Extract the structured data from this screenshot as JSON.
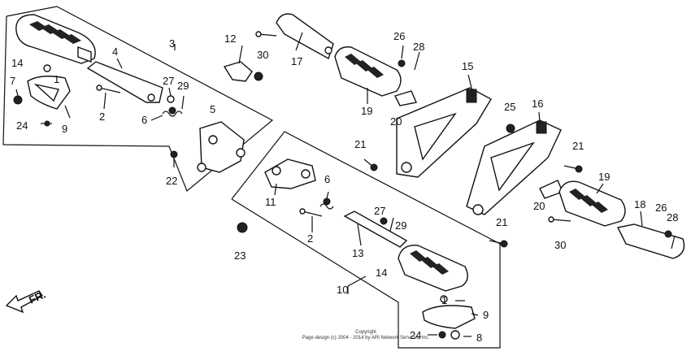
{
  "diagram": {
    "callouts": [
      "1",
      "2",
      "3",
      "4",
      "5",
      "6",
      "7",
      "8",
      "9",
      "10",
      "11",
      "12",
      "13",
      "14",
      "15",
      "16",
      "17",
      "18",
      "19",
      "20",
      "21",
      "22",
      "23",
      "24",
      "25",
      "26",
      "27",
      "28",
      "29",
      "30"
    ],
    "front_label": "FR.",
    "copyright_line1": "Copyright",
    "copyright_line2": "Page design (c) 2004 - 2014 by ARI Network Services, Inc."
  }
}
